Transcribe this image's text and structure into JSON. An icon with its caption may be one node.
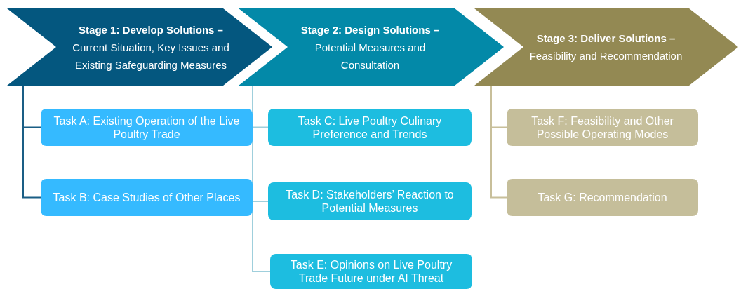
{
  "diagram": {
    "nodes": [
      {
        "text": [
          "Stage 1: Develop Solutions –",
          "Current Situation, Key Issues and Existing Safeguarding Measures"
        ]
      },
      {
        "text": [
          "Stage 2: Design Solutions –",
          "Potential Measures and Consultation"
        ]
      },
      {
        "text": [
          "Stage 3: Deliver Solutions –",
          "Feasibility and Recommendation"
        ]
      },
      {
        "text": [
          "Task A: Existing Operation of the Live Poultry Trade"
        ]
      },
      {
        "text": [
          "Task B: Case Studies of Other Places"
        ]
      },
      {
        "text": [
          "Task C: Live Poultry Culinary Preference and Trends"
        ]
      },
      {
        "text": [
          "Task D: Stakeholders’ Reaction to Potential Measures"
        ]
      },
      {
        "text": [
          "Task E: Opinions on Live Poultry Trade Future under AI Threat"
        ]
      },
      {
        "text": [
          "Task F: Feasibility and Other Possible Operating Modes"
        ]
      },
      {
        "text": [
          "Task G: Recommendation"
        ]
      }
    ],
    "edges": [
      {
        "from": 0,
        "to": 3,
        "arrow": "none",
        "color": "#1a5e85"
      },
      {
        "from": 0,
        "to": 4,
        "arrow": "none",
        "color": "#1a5e85"
      },
      {
        "from": 1,
        "to": 5,
        "arrow": "none",
        "color": "#9fcfdc"
      },
      {
        "from": 1,
        "to": 6,
        "arrow": "none",
        "color": "#9fcfdc"
      },
      {
        "from": 1,
        "to": 7,
        "arrow": "none",
        "color": "#9fcfdc"
      },
      {
        "from": 2,
        "to": 8,
        "arrow": "none",
        "color": "#c8bf9a"
      },
      {
        "from": 2,
        "to": 9,
        "arrow": "none",
        "color": "#c8bf9a"
      }
    ]
  }
}
